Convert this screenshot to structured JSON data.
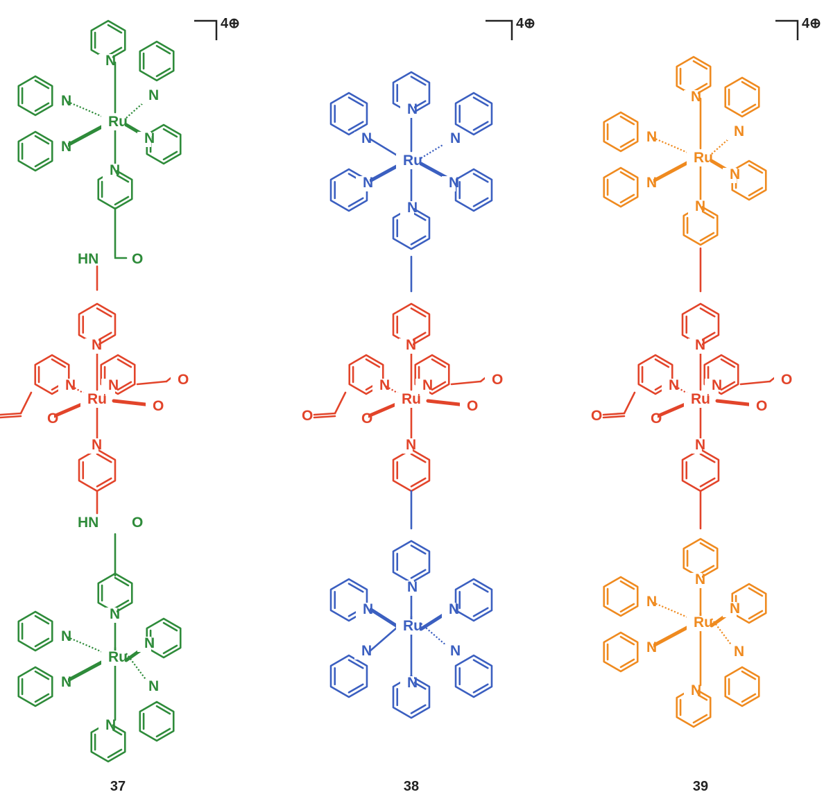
{
  "colors": {
    "green": "#2e8b3a",
    "blue": "#3b5fc0",
    "red": "#e2442a",
    "orange": "#ef8a1f",
    "black": "#222222"
  },
  "charge_label": "4⊕",
  "atoms": {
    "ru": "Ru",
    "n": "N",
    "o": "O",
    "hn": "HN"
  },
  "compounds": [
    {
      "id": "37",
      "terminal_color": "green"
    },
    {
      "id": "38",
      "terminal_color": "blue"
    },
    {
      "id": "39",
      "terminal_color": "orange"
    }
  ]
}
